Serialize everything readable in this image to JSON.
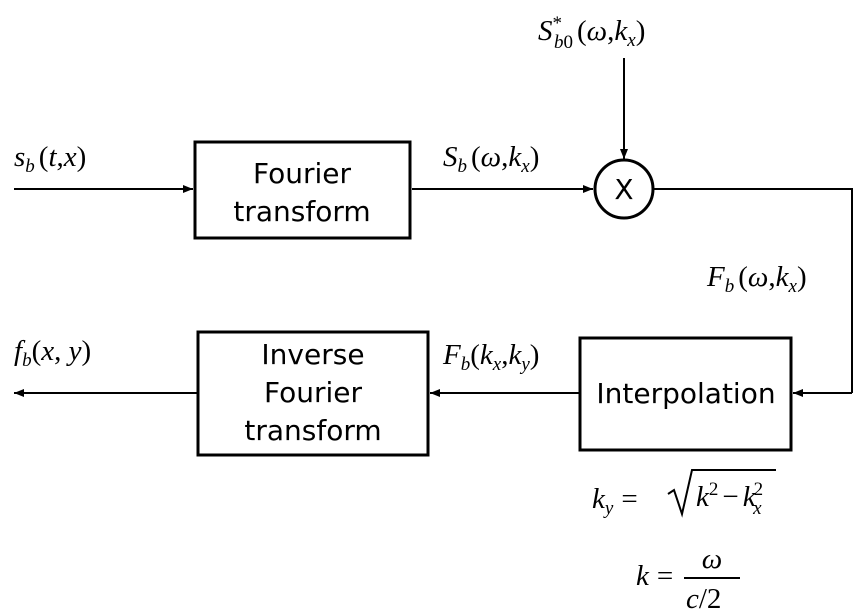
{
  "blocks": {
    "fourier": [
      "Fourier",
      "transform"
    ],
    "multiplier": "X",
    "interpolation": "Interpolation",
    "inverse": [
      "Inverse",
      "Fourier",
      "transform"
    ]
  },
  "signals": {
    "input": "s_b(t,x)",
    "reference": "S*_b0(ω,k_x)",
    "spectrum": "S_b(ω,k_x)",
    "product": "F_b(ω,k_x)",
    "interpolated": "F_b(k_x,k_y)",
    "output": "f_b(x,y)"
  },
  "equations": {
    "ky": "k_y = √(k² − k_x²)",
    "k": "k = ω / (c/2)"
  }
}
